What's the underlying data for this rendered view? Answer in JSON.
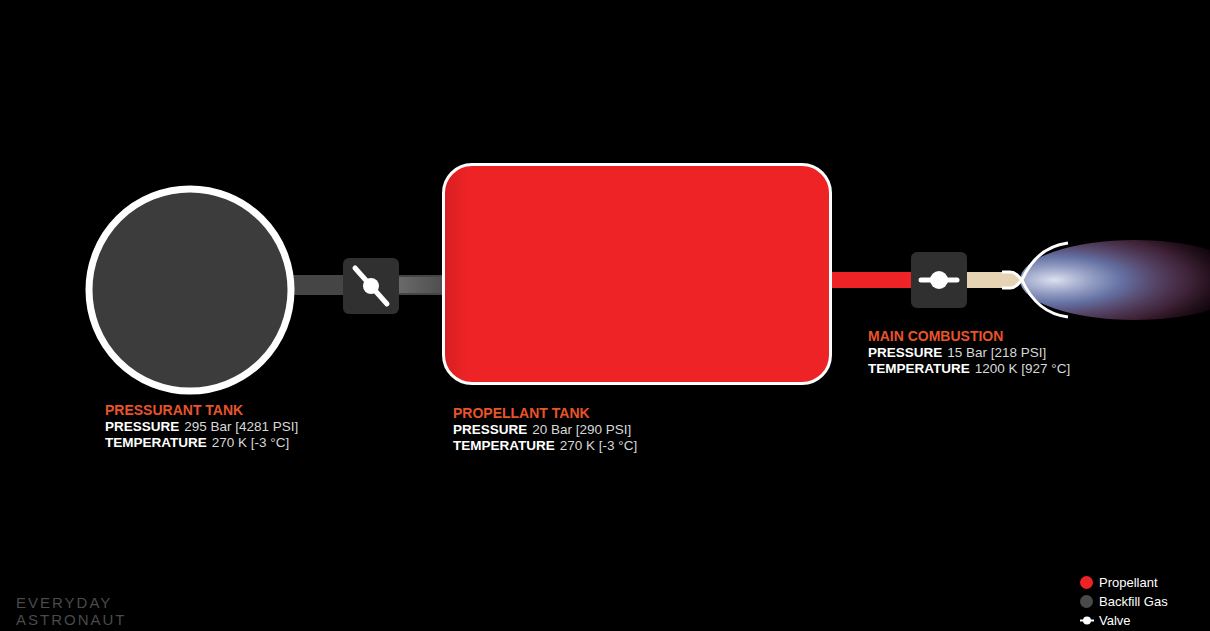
{
  "diagram": {
    "nodes": [
      {
        "text": [
          "PRESSURANT TANK",
          "PRESSURE",
          "295 Bar [4281 PSI]",
          "TEMPERATURE",
          "270 K [-3 °C]"
        ]
      },
      {
        "text": [
          "PROPELLANT TANK",
          "PRESSURE",
          "20 Bar [290 PSI]",
          "TEMPERATURE",
          "270 K [-3 °C]"
        ]
      },
      {
        "text": [
          "MAIN COMBUSTION",
          "PRESSURE",
          "15 Bar [218 PSI]",
          "TEMPERATURE",
          "1200 K [927 °C]"
        ]
      }
    ],
    "edges": [
      {
        "from": 0,
        "to": 1,
        "arrow": "none"
      },
      {
        "from": 1,
        "to": 2,
        "arrow": "none"
      }
    ],
    "labels": [
      "EVERYDAY ASTRONAUT"
    ],
    "legend": [
      {
        "text": "Propellant",
        "color": "#ee2326"
      },
      {
        "text": "Backfill Gas",
        "color": "#4a4a4a"
      },
      {
        "text": "Valve"
      }
    ]
  }
}
